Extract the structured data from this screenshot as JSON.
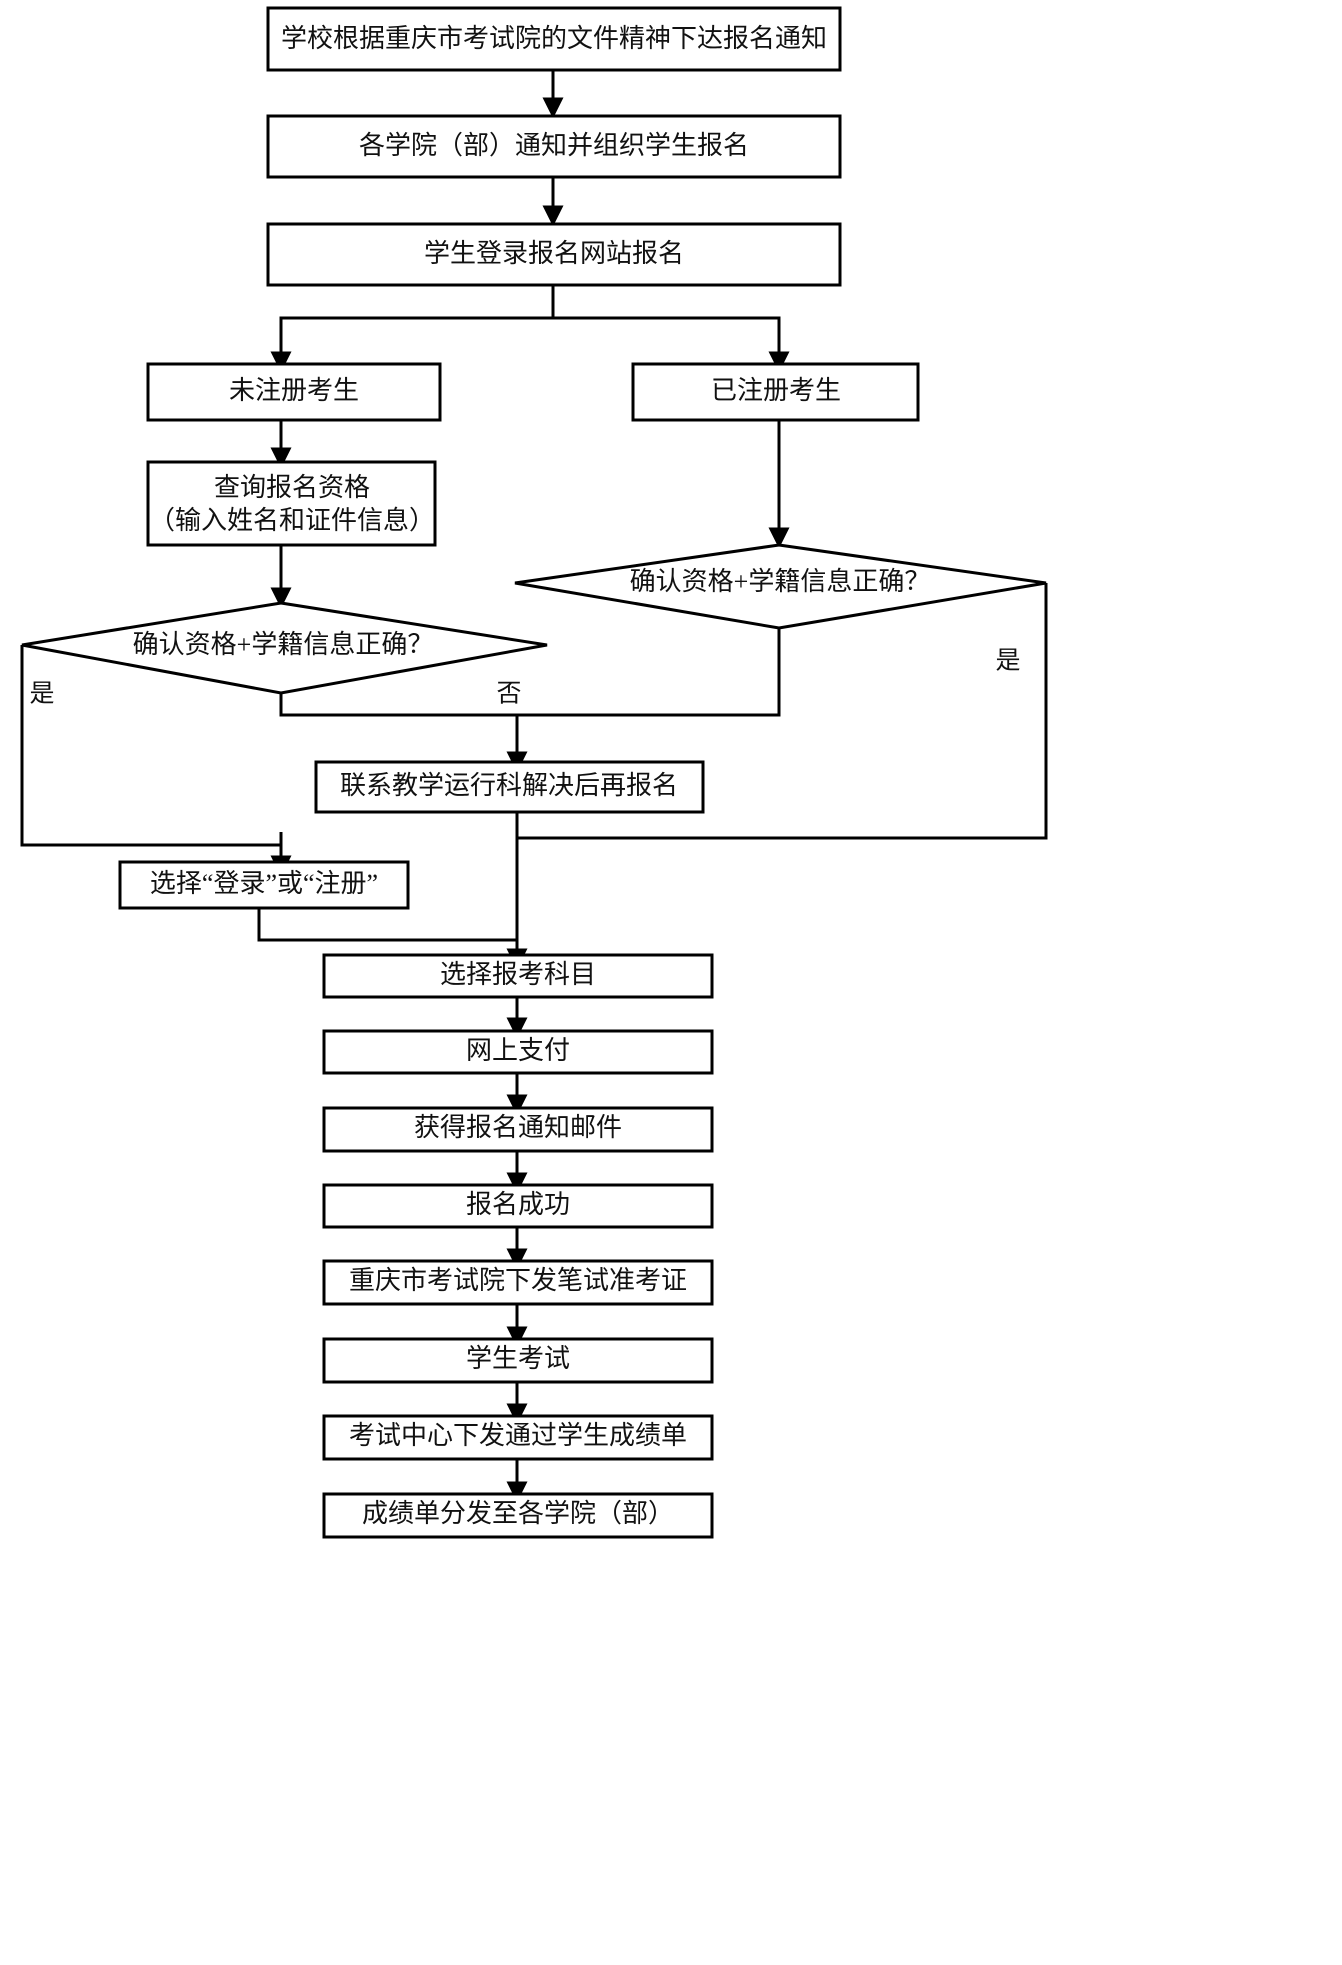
{
  "diagram": {
    "type": "flowchart",
    "title": "",
    "orientation": "top-to-bottom",
    "background_color": "#ffffff",
    "line_color": "#000000",
    "text_color": "#111111"
  },
  "nodes": {
    "n1": {
      "label": "学校根据重庆市考试院的文件精神下达报名通知",
      "shape": "rect"
    },
    "n2": {
      "label": "各学院（部）通知并组织学生报名",
      "shape": "rect"
    },
    "n3": {
      "label": "学生登录报名网站报名",
      "shape": "rect"
    },
    "n4": {
      "label": "未注册考生",
      "shape": "rect"
    },
    "n5": {
      "label": "已注册考生",
      "shape": "rect"
    },
    "n6_line1": {
      "label": "查询报名资格",
      "shape": "rect"
    },
    "n6_line2": {
      "label": "（输入姓名和证件信息）",
      "shape": "rect"
    },
    "n7": {
      "label": "确认资格+学籍信息正确？",
      "shape": "diamond"
    },
    "n8": {
      "label": "确认资格+学籍信息正确？",
      "shape": "diamond"
    },
    "n9": {
      "label": "联系教学运行科解决后再报名",
      "shape": "rect"
    },
    "n10": {
      "label": "选择“登录”或“注册”",
      "shape": "rect"
    },
    "n11": {
      "label": "选择报考科目",
      "shape": "rect"
    },
    "n12": {
      "label": "网上支付",
      "shape": "rect"
    },
    "n13": {
      "label": "获得报名通知邮件",
      "shape": "rect"
    },
    "n14": {
      "label": "报名成功",
      "shape": "rect"
    },
    "n15": {
      "label": "重庆市考试院下发笔试准考证",
      "shape": "rect"
    },
    "n16": {
      "label": "学生考试",
      "shape": "rect"
    },
    "n17": {
      "label": "考试中心下发通过学生成绩单",
      "shape": "rect"
    },
    "n18": {
      "label": "成绩单分发至各学院（部）",
      "shape": "rect"
    }
  },
  "edge_labels": {
    "left_yes": "是",
    "left_no": "否",
    "right_yes": "是"
  }
}
